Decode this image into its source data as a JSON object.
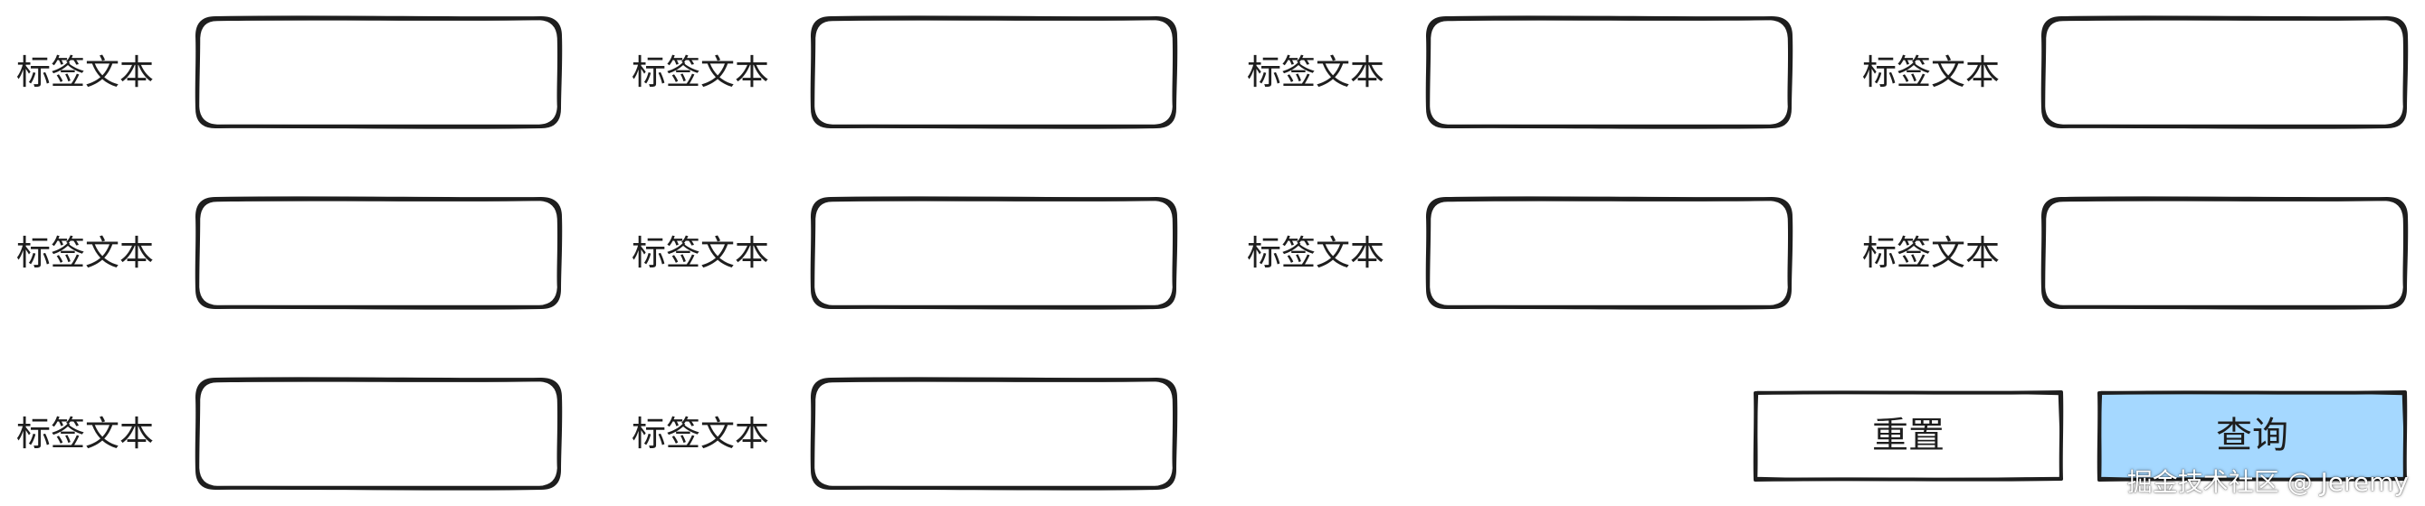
{
  "form": {
    "rows": [
      {
        "fields": [
          {
            "label": "标签文本",
            "value": ""
          },
          {
            "label": "标签文本",
            "value": ""
          },
          {
            "label": "标签文本",
            "value": ""
          },
          {
            "label": "标签文本",
            "value": ""
          }
        ]
      },
      {
        "fields": [
          {
            "label": "标签文本",
            "value": ""
          },
          {
            "label": "标签文本",
            "value": ""
          },
          {
            "label": "标签文本",
            "value": ""
          },
          {
            "label": "标签文本",
            "value": ""
          }
        ]
      },
      {
        "fields": [
          {
            "label": "标签文本",
            "value": ""
          },
          {
            "label": "标签文本",
            "value": ""
          }
        ]
      }
    ]
  },
  "actions": {
    "reset_label": "重置",
    "query_label": "查询"
  },
  "watermark": "掘金技术社区 @ Jeremy",
  "colors": {
    "stroke": "#1e1e1e",
    "query_fill": "#a5d8ff",
    "reset_fill": "#ffffff"
  }
}
